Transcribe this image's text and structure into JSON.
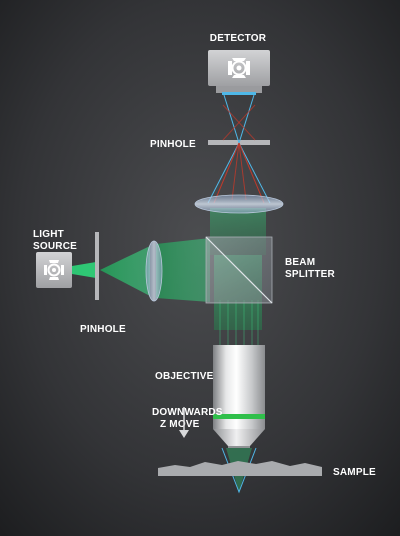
{
  "labels": {
    "detector": "DETECTOR",
    "pinhole_top": "PINHOLE",
    "light_source_line1": "LIGHT",
    "light_source_line2": "SOURCE",
    "beam_splitter_line1": "BEAM",
    "beam_splitter_line2": "SPLITTER",
    "pinhole_left": "PINHOLE",
    "objective": "OBJECTIVE",
    "z_move_line1": "DOWNWARDS",
    "z_move_line2": "Z MOVE",
    "sample": "SAMPLE"
  },
  "icons": {
    "detector": "camera-sensor-icon",
    "light_source": "lamp-icon",
    "z_move": "down-arrow-icon"
  },
  "colors": {
    "background_center": "#4a4b4e",
    "background_edge": "#1d1e20",
    "excitation_green": "#2ed67a",
    "emission_green": "#3ccf7a",
    "reflected_red": "#c0392b",
    "focus_blue": "#4fb8e8",
    "objective_band": "#2fbf4a",
    "housing_gray": "#b8b9bb",
    "label_white": "#ffffff"
  }
}
